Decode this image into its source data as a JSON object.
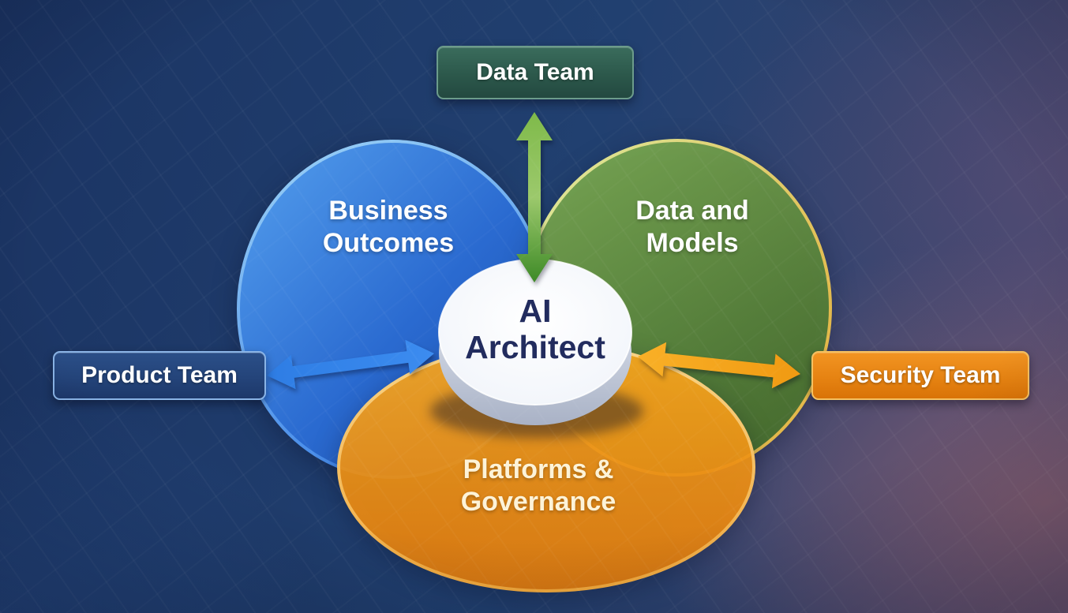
{
  "diagram": {
    "circles": [
      {
        "label": "Business Outcomes",
        "fill": "#2f6cce",
        "rim": "#8ccaf4"
      },
      {
        "label": "Data and Models",
        "fill": "#6a9a40",
        "rim": "#d9e88c"
      },
      {
        "label": "Platforms & Governance",
        "fill": "#f0941a",
        "rim": "#f8d488"
      }
    ],
    "center": {
      "label": "AI Architect",
      "disc_color": "#f4f7fc",
      "text_color": "#222c5e"
    },
    "boxes": [
      {
        "label": "Data Team",
        "fill": "#2f5d50",
        "border": "#6c9c8b"
      },
      {
        "label": "Product Team",
        "fill": "#24477c",
        "border": "#8ab4e6"
      },
      {
        "label": "Security Team",
        "fill": "#e8830f",
        "border": "#f6c160"
      }
    ],
    "arrows": [
      {
        "name": "center-to-data-team",
        "color": "#5ba133",
        "direction": "vertical-double"
      },
      {
        "name": "center-to-product-team",
        "color": "#2e7de4",
        "direction": "horizontal-double"
      },
      {
        "name": "center-to-security-team",
        "color": "#f4a31d",
        "direction": "horizontal-double"
      }
    ],
    "background": {
      "left": "#1e3866",
      "right": "#6b5570"
    }
  }
}
